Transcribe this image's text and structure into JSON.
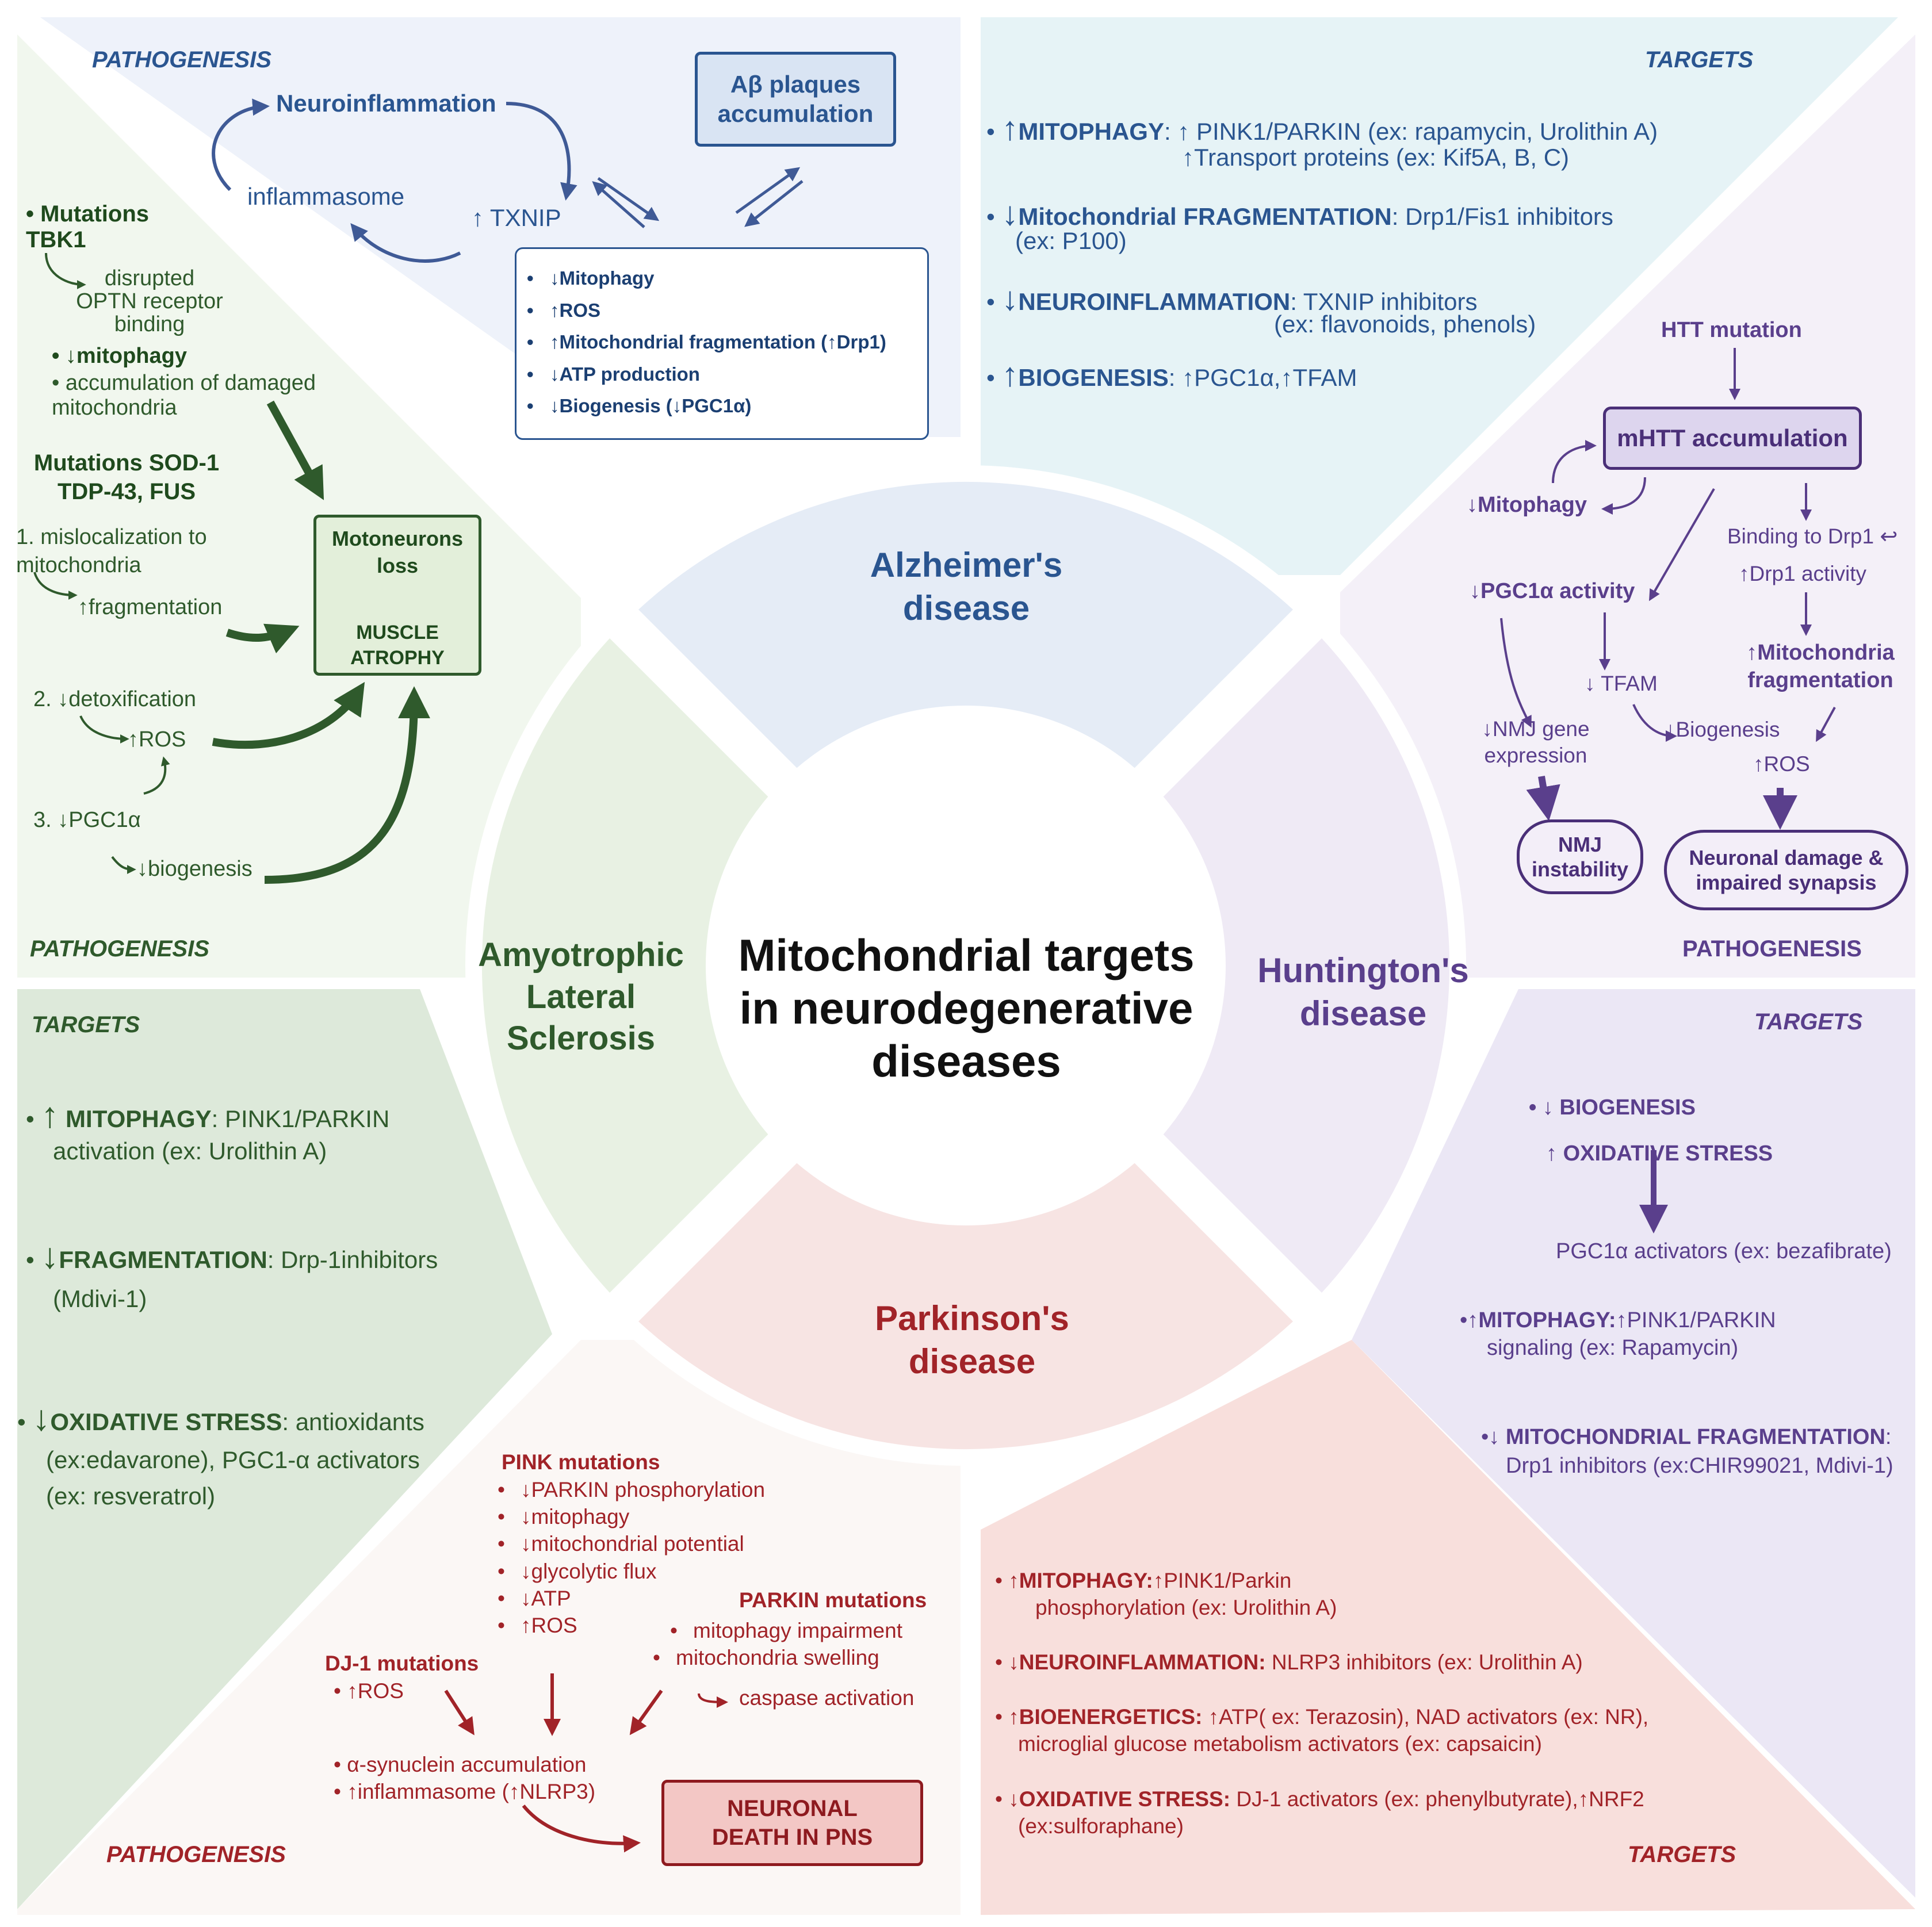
{
  "title": "Mitochondrial targets in neurodegenerative diseases",
  "colors": {
    "alzheimer": "#2a5590",
    "als": "#2f5a2c",
    "huntington": "#5a3f8c",
    "parkinson": "#a12328"
  },
  "alzheimer": {
    "name": "Alzheimer's disease",
    "pathogenesis_label": "PATHOGENESIS",
    "targets_label": "TARGETS",
    "neuroinflammation": "Neuroinflammation",
    "inflammasome": "inflammasome",
    "txnip": "TXNIP",
    "plaques": "Aβ plaques accumulation",
    "effects": [
      "Mitophagy",
      "ROS",
      "Mitochondrial fragmentation (↑Drp1)",
      "ATP production",
      "Biogenesis (↓PGC1α)"
    ],
    "targets": [
      {
        "head": "MITOPHAGY",
        "text": "PINK1/PARKIN (ex: rapamycin, Urolithin A)",
        "text2": "Transport proteins (ex: Kif5A, B, C)"
      },
      {
        "head": "Mitochondrial FRAGMENTATION",
        "text": "Drp1/Fis1 inhibitors",
        "text2": "(ex: P100)"
      },
      {
        "head": "NEUROINFLAMMATION",
        "text": "TXNIP inhibitors",
        "text2": "(ex: flavonoids, phenols)"
      },
      {
        "head": "BIOGENESIS",
        "text": "PGC1α,",
        "text2": "TFAM"
      }
    ]
  },
  "als": {
    "name": "Amyotrophic Lateral Sclerosis",
    "pathogenesis_label": "PATHOGENESIS",
    "targets_label": "TARGETS",
    "tbk1": "Mutations TBK1",
    "disrupted": "disrupted OPTN receptor binding",
    "mitophagy": "mitophagy",
    "accumulation": "accumulation of damaged mitochondria",
    "sod1": "Mutations SOD-1 TDP-43, FUS",
    "item1": "1.  mislocalization to mitochondria",
    "fragmentation": "fragmentation",
    "item2": "2.",
    "detox": "detoxification",
    "ros": "ROS",
    "item3": "3.",
    "pgc": "PGC1α",
    "biogenesis": "biogenesis",
    "motoneurons": "Motoneurons loss",
    "atrophy": "MUSCLE ATROPHY",
    "targets": [
      {
        "head": "MITOPHAGY",
        "text": "PINK1/PARKIN",
        "text2": "activation (ex: Urolithin A)"
      },
      {
        "head": "FRAGMENTATION",
        "text": "Drp-1inhibitors",
        "text2": "(Mdivi-1)"
      },
      {
        "head": "OXIDATIVE STRESS",
        "text": "antioxidants",
        "text2": "(ex:edavarone),  PGC1-α activators",
        "text3": "(ex: resveratrol)"
      }
    ]
  },
  "huntington": {
    "name": "Huntington's disease",
    "pathogenesis_label": "PATHOGENESIS",
    "targets_label": "TARGETS",
    "htt": "HTT mutation",
    "mhtt": "mHTT accumulation",
    "mitophagy": "Mitophagy",
    "binding": "Binding to Drp1",
    "drp1": "Drp1 activity",
    "pgc": "PGC1α activity",
    "frag": "Mitochondria fragmentation",
    "tfam": "TFAM",
    "nmjgene": "NMJ gene expression",
    "biogenesis": "Biogenesis",
    "ros": "ROS",
    "nmj": "NMJ instability",
    "damage": "Neuronal damage & impaired synapsis",
    "t_biogenesis": "BIOGENESIS",
    "t_ox": "OXIDATIVE STRESS",
    "t_pgc": "PGC1α activators (ex: bezafibrate)",
    "t_mito_head": "MITOPHAGY:",
    "t_mito": "PINK1/PARKIN",
    "t_mito2": "signaling  (ex: Rapamycin)",
    "t_frag_head": "MITOCHONDRIAL FRAGMENTATION",
    "t_frag": "Drp1 inhibitors (ex:CHIR99021, Mdivi-1)"
  },
  "parkinson": {
    "name": "Parkinson's disease",
    "pathogenesis_label": "PATHOGENESIS",
    "targets_label": "TARGETS",
    "pink": "PINK mutations",
    "pink_items": [
      "PARKIN phosphorylation",
      "mitophagy",
      "mitochondrial potential",
      "glycolytic flux",
      "ATP",
      "ROS"
    ],
    "parkin": "PARKIN mutations",
    "parkin_items": [
      "mitophagy impairment",
      "mitochondria swelling"
    ],
    "caspase": "caspase activation",
    "dj1": "DJ-1 mutations",
    "dj1_ros": "ROS",
    "syn": "α-synuclein accumulation",
    "inflam": "inflammasome (",
    "inflam2": "NLRP3)",
    "death": "NEURONAL DEATH IN PNS",
    "t1_head": "MITOPHAGY:",
    "t1": "PINK1/Parkin",
    "t1b": "phosphorylation (ex: Urolithin A)",
    "t2_head": "NEUROINFLAMMATION:",
    "t2": "NLRP3 inhibitors (ex: Urolithin A)",
    "t3_head": "BIOENERGETICS:",
    "t3": "ATP( ex: Terazosin), NAD activators (ex: NR),",
    "t3b": "microglial glucose metabolism activators (ex: capsaicin)",
    "t4_head": "OXIDATIVE STRESS:",
    "t4": "DJ-1 activators (ex: phenylbutyrate),",
    "t4b": "NRF2",
    "t4c": "(ex:sulforaphane)"
  }
}
